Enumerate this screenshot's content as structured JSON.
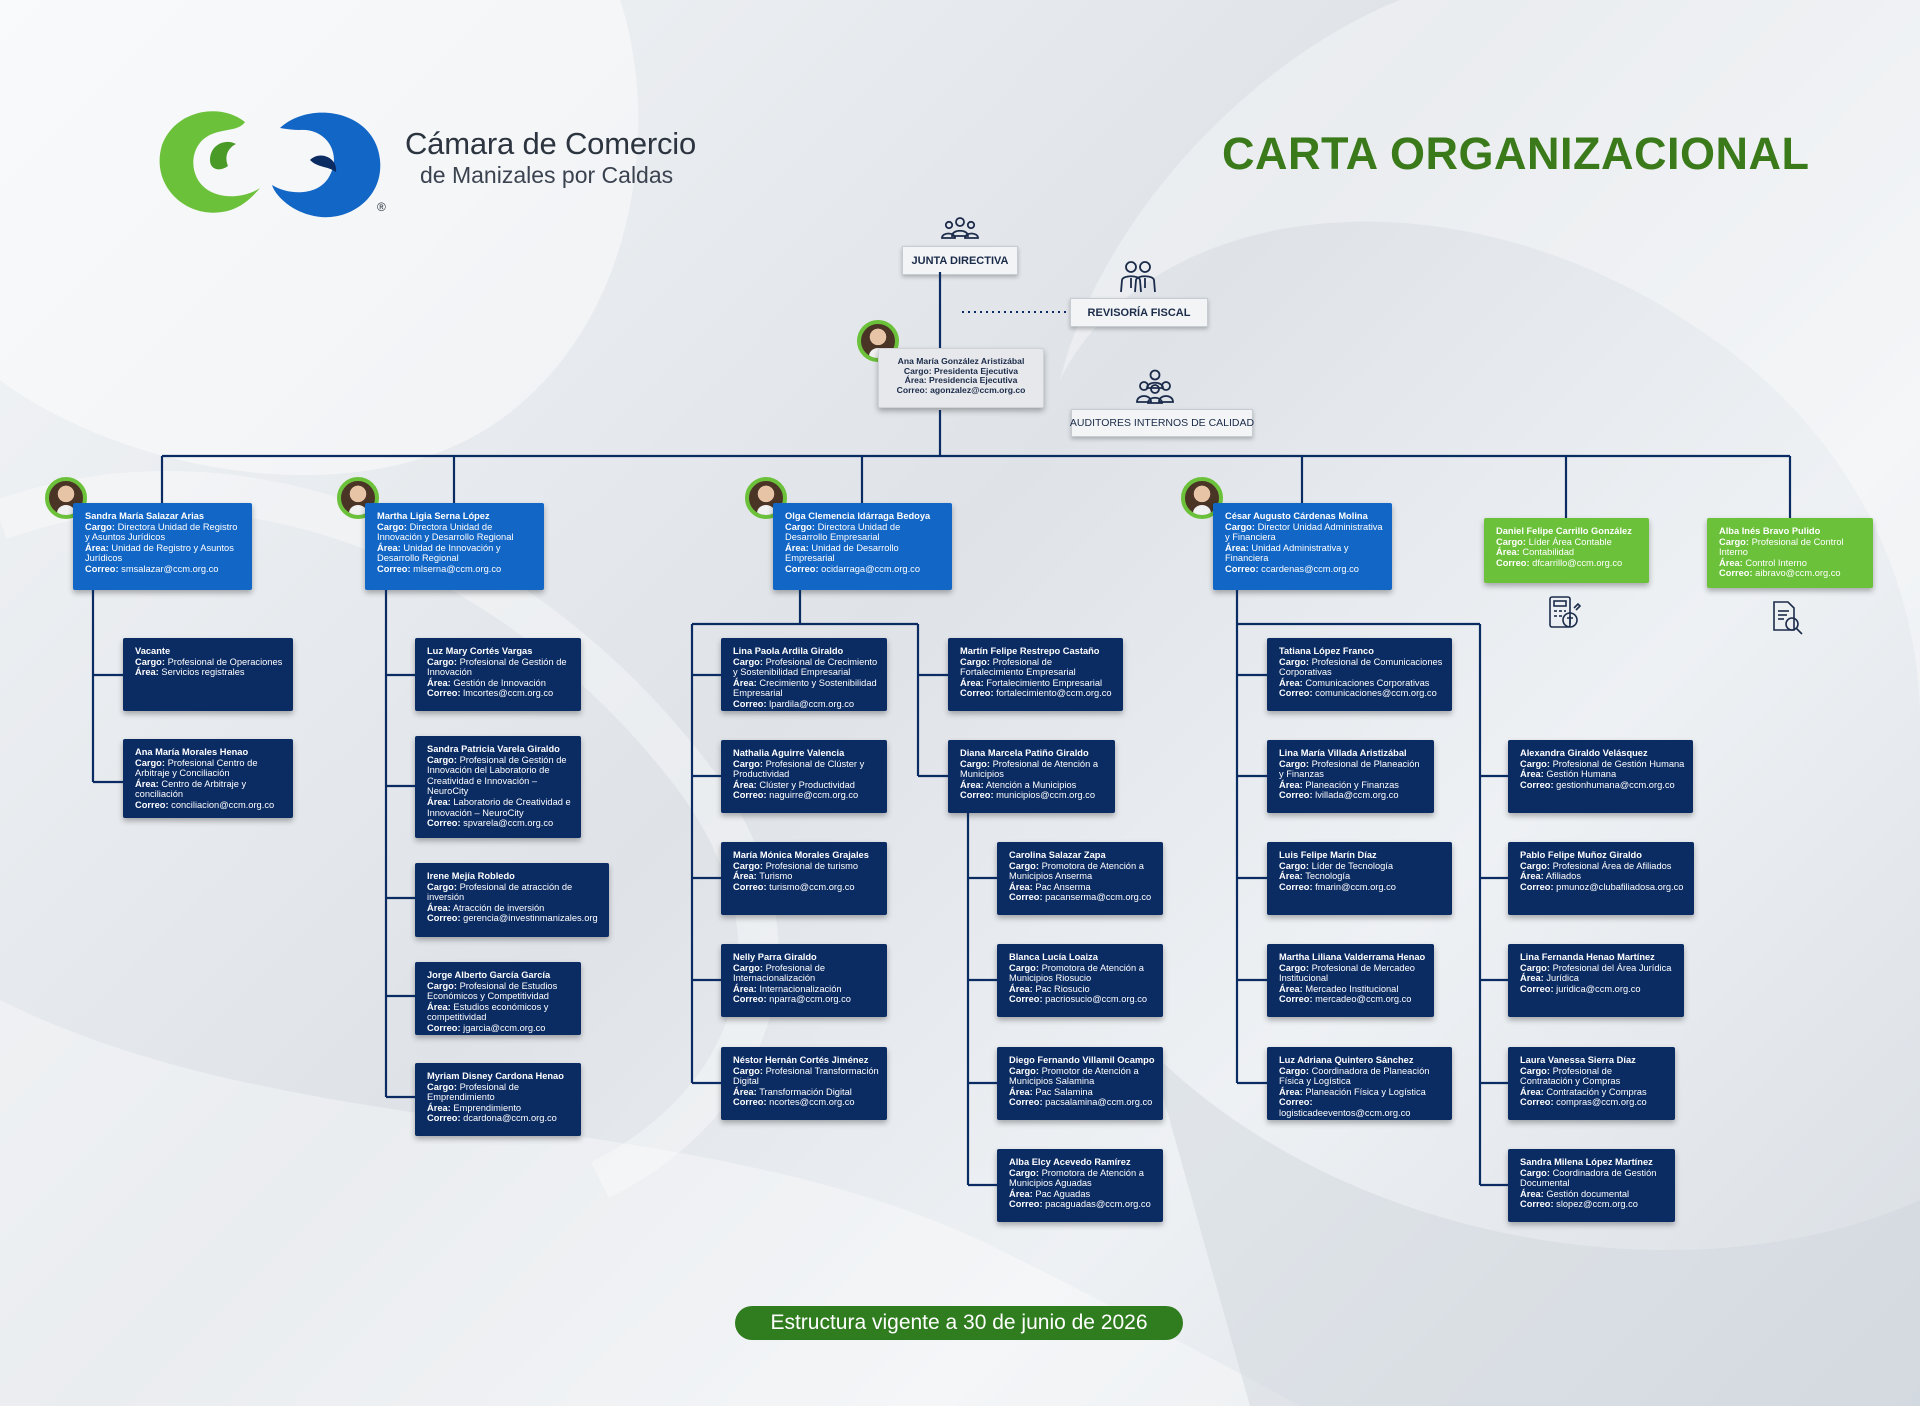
{
  "brand": {
    "line1": "Cámara de Comercio",
    "line2": "de Manizales por Caldas",
    "reg": "®"
  },
  "title": "CARTA ORGANIZACIONAL",
  "governance": {
    "board": "JUNTA DIRECTIVA",
    "fiscal": "REVISORÍA FISCAL",
    "auditors": "AUDITORES INTERNOS DE CALIDAD"
  },
  "president": {
    "name": "Ana María González Aristizábal",
    "cargo": "Presidenta Ejecutiva",
    "area": "Presidencia Ejecutiva",
    "correo": "agonzalez@ccm.org.co"
  },
  "labels": {
    "cargo": "Cargo:",
    "area": "Área:",
    "correo": "Correo:"
  },
  "directors": [
    {
      "name": "Sandra María Salazar Arias",
      "cargo": "Directora Unidad de Registro y Asuntos Jurídicos",
      "area": "Unidad de Registro y Asuntos Jurídicos",
      "correo": "smsalazar@ccm.org.co"
    },
    {
      "name": "Martha Ligia Serna López",
      "cargo": "Directora Unidad de Innovación y Desarrollo Regional",
      "area": "Unidad de Innovación y Desarrollo Regional",
      "correo": "mlserna@ccm.org.co"
    },
    {
      "name": "Olga Clemencia Idárraga Bedoya",
      "cargo": "Directora Unidad de Desarrollo Empresarial",
      "area": "Unidad de Desarrollo Empresarial",
      "correo": "ocidarraga@ccm.org.co"
    },
    {
      "name": "César Augusto Cárdenas Molina",
      "cargo": "Director Unidad Administrativa y Financiera",
      "area": "Unidad Administrativa y Financiera",
      "correo": "ccardenas@ccm.org.co"
    },
    {
      "name": "Daniel Felipe Carrillo González",
      "cargo": "Líder Área Contable",
      "area": "Contabilidad",
      "correo": "dfcarrillo@ccm.org.co"
    },
    {
      "name": "Alba Inés Bravo Pulido",
      "cargo": "Profesional de Control Interno",
      "area": "Control Interno",
      "correo": "aibravo@ccm.org.co"
    }
  ],
  "staff": [
    {
      "name": "Vacante",
      "cargo": "Profesional de Operaciones",
      "area": "Servicios registrales",
      "correo": ""
    },
    {
      "name": "Ana María Morales Henao",
      "cargo": "Profesional Centro de Arbitraje y Conciliación",
      "area": "Centro de Arbitraje y conciliación",
      "correo": "conciliacion@ccm.org.co"
    },
    {
      "name": "Luz Mary Cortés Vargas",
      "cargo": "Profesional de Gestión de Innovación",
      "area": "Gestión de Innovación",
      "correo": "lmcortes@ccm.org.co"
    },
    {
      "name": "Sandra Patricia Varela Giraldo",
      "cargo": "Profesional de Gestión de Innovación del Laboratorio de Creatividad e Innovación – NeuroCity",
      "area": "Laboratorio de Creatividad e Innovación – NeuroCity",
      "correo": "spvarela@ccm.org.co"
    },
    {
      "name": "Irene Mejía Robledo",
      "cargo": "Profesional de atracción de inversión",
      "area": "Atracción de inversión",
      "correo": "gerencia@investinmanizales.org"
    },
    {
      "name": "Jorge Alberto García García",
      "cargo": "Profesional de Estudios Económicos y Competitividad",
      "area": "Estudios económicos y competitividad",
      "correo": "jgarcia@ccm.org.co"
    },
    {
      "name": "Myriam Disney Cardona Henao",
      "cargo": "Profesional de Emprendimiento",
      "area": "Emprendimiento",
      "correo": "dcardona@ccm.org.co"
    },
    {
      "name": "Lina Paola Ardila Giraldo",
      "cargo": "Profesional de Crecimiento y Sostenibilidad Empresarial",
      "area": "Crecimiento y Sostenibilidad Empresarial",
      "correo": "lpardila@ccm.org.co"
    },
    {
      "name": "Nathalia Aguirre Valencia",
      "cargo": "Profesional de Clúster y Productividad",
      "area": "Clúster y Productividad",
      "correo": "naguirre@ccm.org.co"
    },
    {
      "name": "María Mónica Morales Grajales",
      "cargo": "Profesional de turismo",
      "area": "Turismo",
      "correo": "turismo@ccm.org.co"
    },
    {
      "name": "Nelly Parra Giraldo",
      "cargo": "Profesional de Internacionalización",
      "area": "Internacionalización",
      "correo": "nparra@ccm.org.co"
    },
    {
      "name": "Néstor Hernán Cortés Jiménez",
      "cargo": "Profesional Transformación Digital",
      "area": "Transformación Digital",
      "correo": "ncortes@ccm.org.co"
    },
    {
      "name": "Martín Felipe Restrepo Castaño",
      "cargo": "Profesional de Fortalecimiento Empresarial",
      "area": "Fortalecimiento Empresarial",
      "correo": "fortalecimiento@ccm.org.co"
    },
    {
      "name": "Diana Marcela Patiño Giraldo",
      "cargo": "Profesional de Atención a Municipios",
      "area": "Atención a Municipios",
      "correo": "municipios@ccm.org.co"
    },
    {
      "name": "Carolina Salazar Zapa",
      "cargo": "Promotora de Atención a Municipios Anserma",
      "area": "Pac Anserma",
      "correo": "pacanserma@ccm.org.co"
    },
    {
      "name": "Blanca Lucía Loaiza",
      "cargo": "Promotora de Atención a Municipios Riosucio",
      "area": "Pac Riosucio",
      "correo": "pacriosucio@ccm.org.co"
    },
    {
      "name": "Diego Fernando Villamil Ocampo",
      "cargo": "Promotor de Atención a Municipios Salamina",
      "area": "Pac Salamina",
      "correo": "pacsalamina@ccm.org.co"
    },
    {
      "name": "Alba Elcy Acevedo Ramírez",
      "cargo": "Promotora de Atención a Municipios Aguadas",
      "area": "Pac Aguadas",
      "correo": "pacaguadas@ccm.org.co"
    },
    {
      "name": "Tatiana López Franco",
      "cargo": "Profesional de Comunicaciones Corporativas",
      "area": "Comunicaciones Corporativas",
      "correo": "comunicaciones@ccm.org.co"
    },
    {
      "name": "Lina María Villada Aristizábal",
      "cargo": "Profesional de Planeación y Finanzas",
      "area": "Planeación y Finanzas",
      "correo": "lvillada@ccm.org.co"
    },
    {
      "name": "Luis Felipe Marín Díaz",
      "cargo": "Líder de Tecnología",
      "area": "Tecnología",
      "correo": "fmarin@ccm.org.co"
    },
    {
      "name": "Martha Liliana Valderrama Henao",
      "cargo": "Profesional de Mercadeo Institucional",
      "area": "Mercadeo Institucional",
      "correo": "mercadeo@ccm.org.co"
    },
    {
      "name": "Luz Adriana Quintero Sánchez",
      "cargo": "Coordinadora de Planeación Física y Logística",
      "area": "Planeación Física y Logística",
      "correo": "logisticadeeventos@ccm.org.co"
    },
    {
      "name": "Alexandra Giraldo Velásquez",
      "cargo": "Profesional de Gestión Humana",
      "area": "Gestión Humana",
      "correo": "gestionhumana@ccm.org.co"
    },
    {
      "name": "Pablo Felipe Muñoz Giraldo",
      "cargo": "Profesional Área de Afiliados",
      "area": "Afiliados",
      "correo": "pmunoz@clubafiliadosa.org.co"
    },
    {
      "name": "Lina Fernanda Henao Martínez",
      "cargo": "Profesional del Área Jurídica",
      "area": "Jurídica",
      "correo": "juridica@ccm.org.co"
    },
    {
      "name": "Laura Vanessa Sierra Díaz",
      "cargo": "Profesional de Contratación y Compras",
      "area": "Contratación y Compras",
      "correo": "compras@ccm.org.co"
    },
    {
      "name": "Sandra Milena López Martínez",
      "cargo": "Coordinadora de Gestión Documental",
      "area": "Gestión documental",
      "correo": "slopez@ccm.org.co"
    }
  ],
  "footer": "Estructura vigente a 30 de junio de 2026",
  "colors": {
    "navy": "#0b2b63",
    "blue": "#1266c6",
    "green": "#6cc13a",
    "title_green": "#3a7a1a",
    "footer_green": "#2f7d1f"
  },
  "icons": [
    "group-icon",
    "auditor-icon",
    "team-icon",
    "accounting-icon",
    "search-document-icon"
  ]
}
